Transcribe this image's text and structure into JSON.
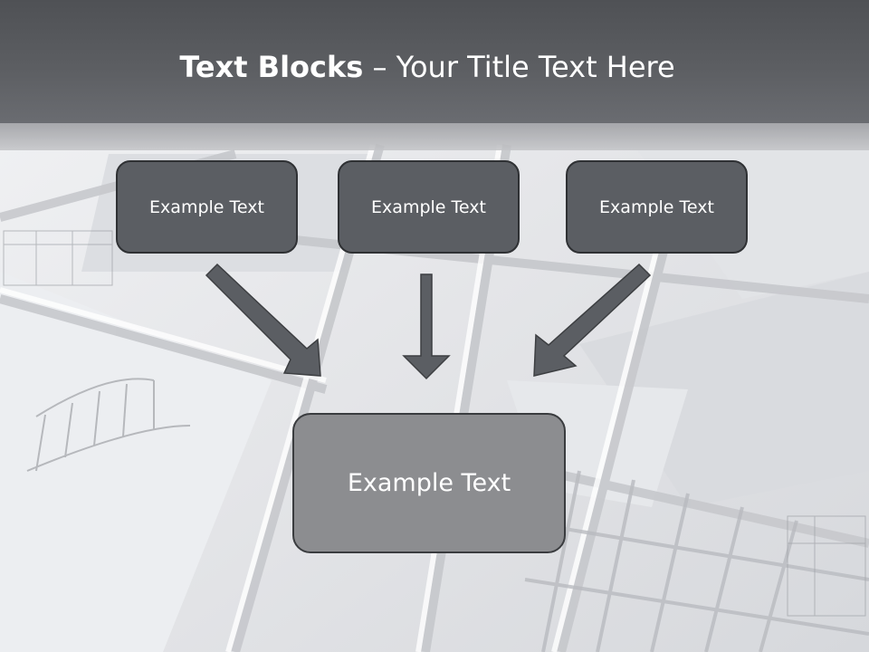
{
  "title": {
    "bold": "Text Blocks",
    "rest": " – Your Title Text Here"
  },
  "blocks": [
    {
      "label": "Example Text"
    },
    {
      "label": "Example Text"
    },
    {
      "label": "Example Text"
    }
  ],
  "target": {
    "label": "Example Text"
  },
  "colors": {
    "title_bar": "#5c5e62",
    "block_fill": "#5b5e63",
    "block_border": "#2f3134",
    "target_fill": "#8c8d90",
    "arrow_fill": "#5b5e63",
    "text": "#ffffff"
  }
}
